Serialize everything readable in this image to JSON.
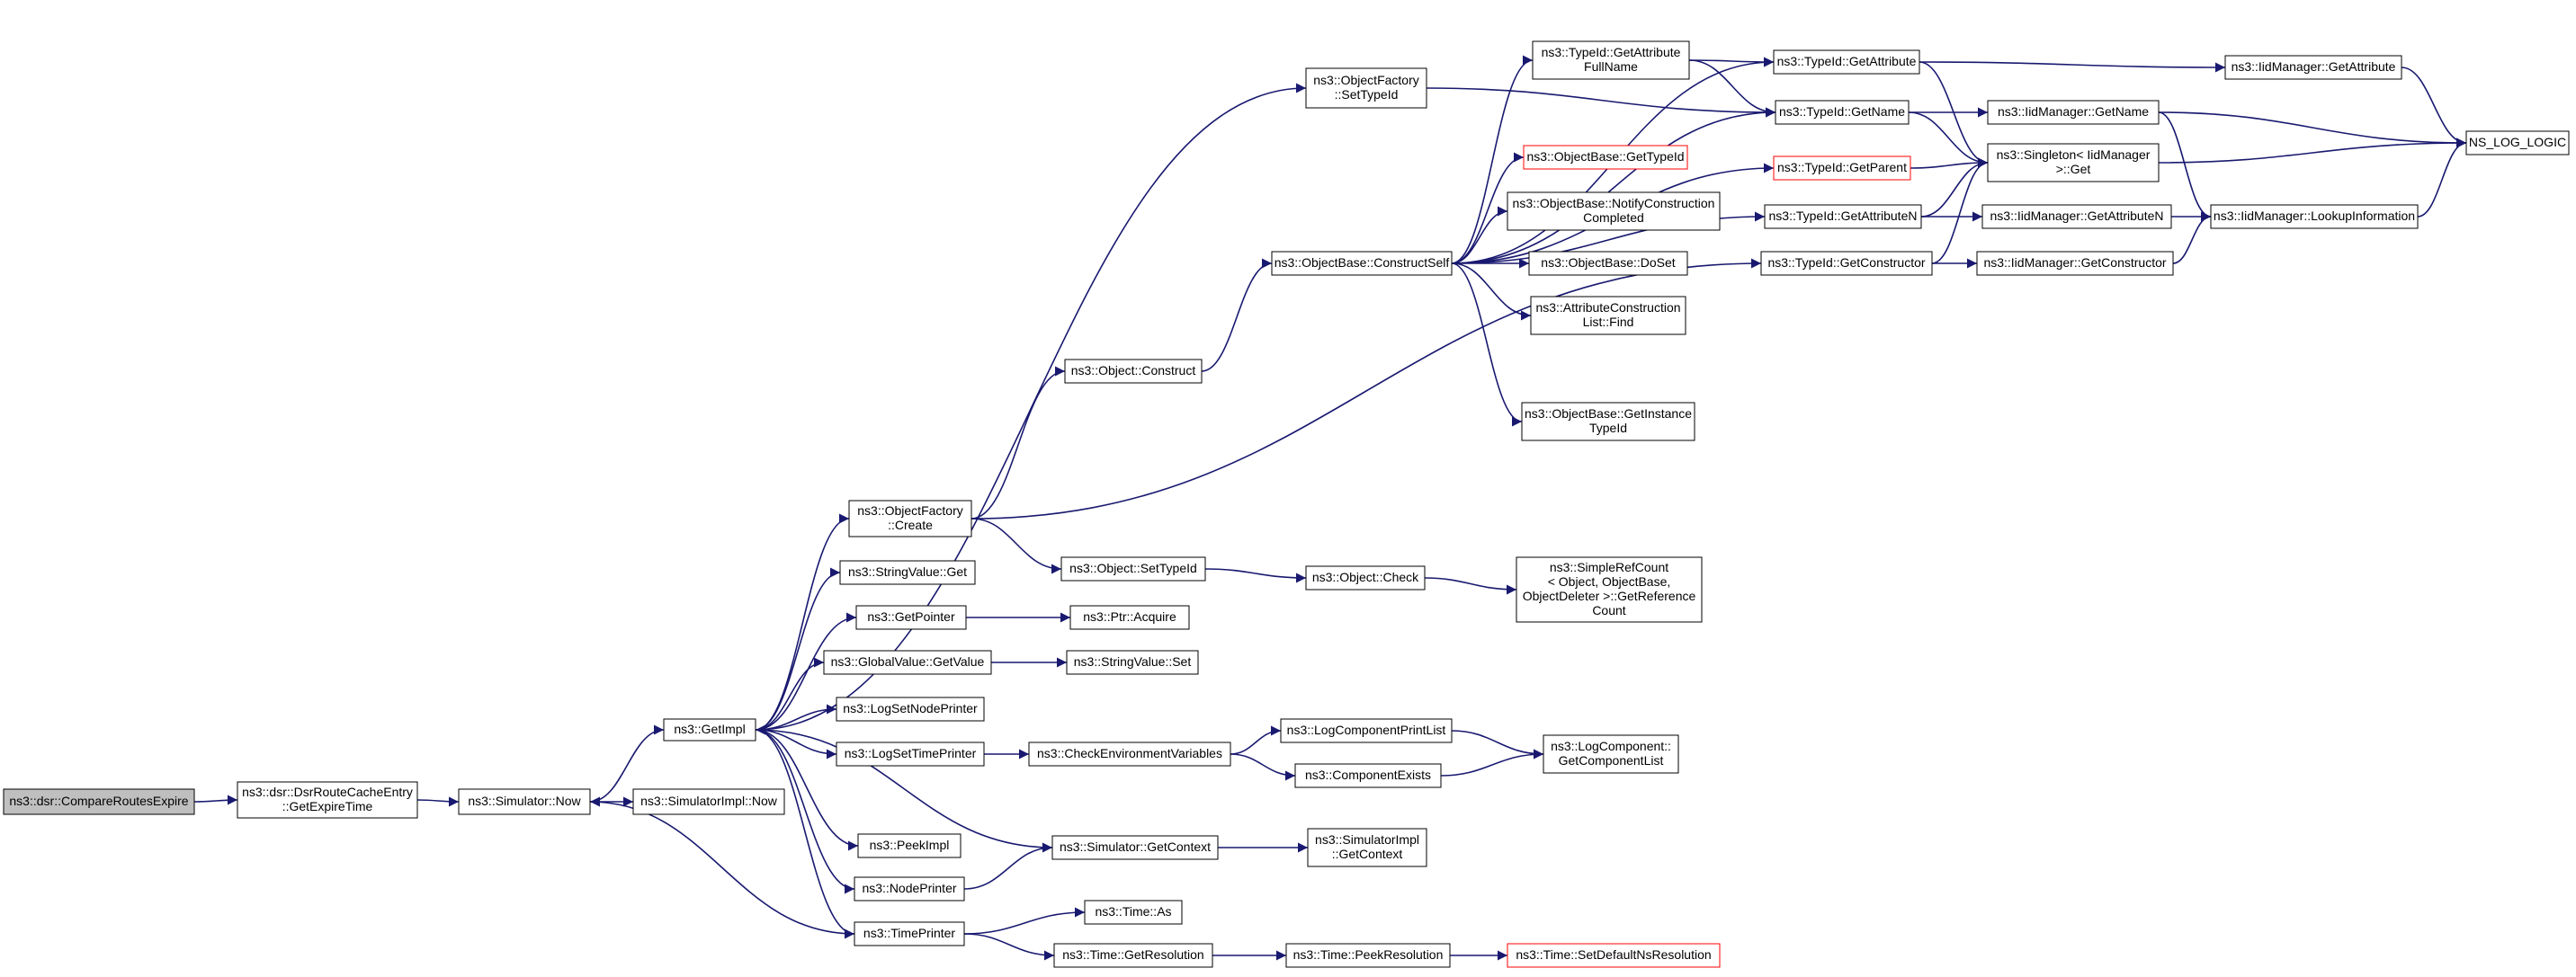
{
  "diagram": {
    "type": "call-graph",
    "colors": {
      "edge": "#191970",
      "root_fill": "#bfbfbf",
      "undocumented_border": "#ff0000",
      "border": "#000000"
    },
    "nodes": [
      {
        "id": "root",
        "lines": [
          "ns3::dsr::CompareRoutesExpire"
        ],
        "root": true
      },
      {
        "id": "getexp",
        "lines": [
          "ns3::dsr::DsrRouteCacheEntry",
          "::GetExpireTime"
        ]
      },
      {
        "id": "simnow",
        "lines": [
          "ns3::Simulator::Now"
        ]
      },
      {
        "id": "simimplnow",
        "lines": [
          "ns3::SimulatorImpl::Now"
        ]
      },
      {
        "id": "getimpl",
        "lines": [
          "ns3::GetImpl"
        ]
      },
      {
        "id": "objfactory_settypeid",
        "lines": [
          "ns3::ObjectFactory",
          "::SetTypeId"
        ]
      },
      {
        "id": "objfactory_create",
        "lines": [
          "ns3::ObjectFactory",
          "::Create"
        ]
      },
      {
        "id": "stringvalue_get",
        "lines": [
          "ns3::StringValue::Get"
        ]
      },
      {
        "id": "getpointer",
        "lines": [
          "ns3::GetPointer"
        ]
      },
      {
        "id": "globalvalue_getvalue",
        "lines": [
          "ns3::GlobalValue::GetValue"
        ]
      },
      {
        "id": "logsetnodeprinter",
        "lines": [
          "ns3::LogSetNodePrinter"
        ]
      },
      {
        "id": "logsettimeprinter",
        "lines": [
          "ns3::LogSetTimePrinter"
        ]
      },
      {
        "id": "peekimpl",
        "lines": [
          "ns3::PeekImpl"
        ]
      },
      {
        "id": "nodeprinter",
        "lines": [
          "ns3::NodePrinter"
        ]
      },
      {
        "id": "timeprinter",
        "lines": [
          "ns3::TimePrinter"
        ]
      },
      {
        "id": "object_construct",
        "lines": [
          "ns3::Object::Construct"
        ]
      },
      {
        "id": "object_settypeid",
        "lines": [
          "ns3::Object::SetTypeId"
        ]
      },
      {
        "id": "ptr_acquire",
        "lines": [
          "ns3::Ptr::Acquire"
        ]
      },
      {
        "id": "stringvalue_set",
        "lines": [
          "ns3::StringValue::Set"
        ]
      },
      {
        "id": "checkenv",
        "lines": [
          "ns3::CheckEnvironmentVariables"
        ]
      },
      {
        "id": "sim_getcontext",
        "lines": [
          "ns3::Simulator::GetContext"
        ]
      },
      {
        "id": "time_as",
        "lines": [
          "ns3::Time::As"
        ]
      },
      {
        "id": "time_getres",
        "lines": [
          "ns3::Time::GetResolution"
        ]
      },
      {
        "id": "objbase_constructself",
        "lines": [
          "ns3::ObjectBase::ConstructSelf"
        ]
      },
      {
        "id": "object_check",
        "lines": [
          "ns3::Object::Check"
        ]
      },
      {
        "id": "logcomp_printlist",
        "lines": [
          "ns3::LogComponentPrintList"
        ]
      },
      {
        "id": "compexists",
        "lines": [
          "ns3::ComponentExists"
        ]
      },
      {
        "id": "simimpl_getcontext",
        "lines": [
          "ns3::SimulatorImpl",
          "::GetContext"
        ]
      },
      {
        "id": "time_peekres",
        "lines": [
          "ns3::Time::PeekResolution"
        ]
      },
      {
        "id": "typeid_getattrfullname",
        "lines": [
          "ns3::TypeId::GetAttribute",
          "FullName"
        ]
      },
      {
        "id": "objbase_gettypeid",
        "lines": [
          "ns3::ObjectBase::GetTypeId"
        ],
        "undocumented": true
      },
      {
        "id": "objbase_notify",
        "lines": [
          "ns3::ObjectBase::NotifyConstruction",
          "Completed"
        ]
      },
      {
        "id": "objbase_doset",
        "lines": [
          "ns3::ObjectBase::DoSet"
        ]
      },
      {
        "id": "attrconstr_find",
        "lines": [
          "ns3::AttributeConstruction",
          "List::Find"
        ]
      },
      {
        "id": "objbase_getinstance",
        "lines": [
          "ns3::ObjectBase::GetInstance",
          "TypeId"
        ]
      },
      {
        "id": "simplerefcount",
        "lines": [
          "ns3::SimpleRefCount",
          "< Object, ObjectBase,",
          "ObjectDeleter >::GetReference",
          "Count"
        ]
      },
      {
        "id": "logcomp_getlist",
        "lines": [
          "ns3::LogComponent::",
          "GetComponentList"
        ]
      },
      {
        "id": "time_setdefault",
        "lines": [
          "ns3::Time::SetDefaultNsResolution"
        ],
        "undocumented": true
      },
      {
        "id": "typeid_getattribute",
        "lines": [
          "ns3::TypeId::GetAttribute"
        ]
      },
      {
        "id": "typeid_getname",
        "lines": [
          "ns3::TypeId::GetName"
        ]
      },
      {
        "id": "typeid_getparent",
        "lines": [
          "ns3::TypeId::GetParent"
        ],
        "undocumented": true
      },
      {
        "id": "typeid_getattributen",
        "lines": [
          "ns3::TypeId::GetAttributeN"
        ]
      },
      {
        "id": "typeid_getconstructor",
        "lines": [
          "ns3::TypeId::GetConstructor"
        ]
      },
      {
        "id": "iid_getattribute",
        "lines": [
          "ns3::IidManager::GetAttribute"
        ]
      },
      {
        "id": "iid_getname",
        "lines": [
          "ns3::IidManager::GetName"
        ]
      },
      {
        "id": "singleton_get",
        "lines": [
          "ns3::Singleton< IidManager",
          ">::Get"
        ]
      },
      {
        "id": "iid_getattributen",
        "lines": [
          "ns3::IidManager::GetAttributeN"
        ]
      },
      {
        "id": "iid_getconstructor",
        "lines": [
          "ns3::IidManager::GetConstructor"
        ]
      },
      {
        "id": "iid_lookupinfo",
        "lines": [
          "ns3::IidManager::LookupInformation"
        ]
      },
      {
        "id": "ns_log_logic",
        "lines": [
          "NS_LOG_LOGIC"
        ]
      }
    ]
  }
}
